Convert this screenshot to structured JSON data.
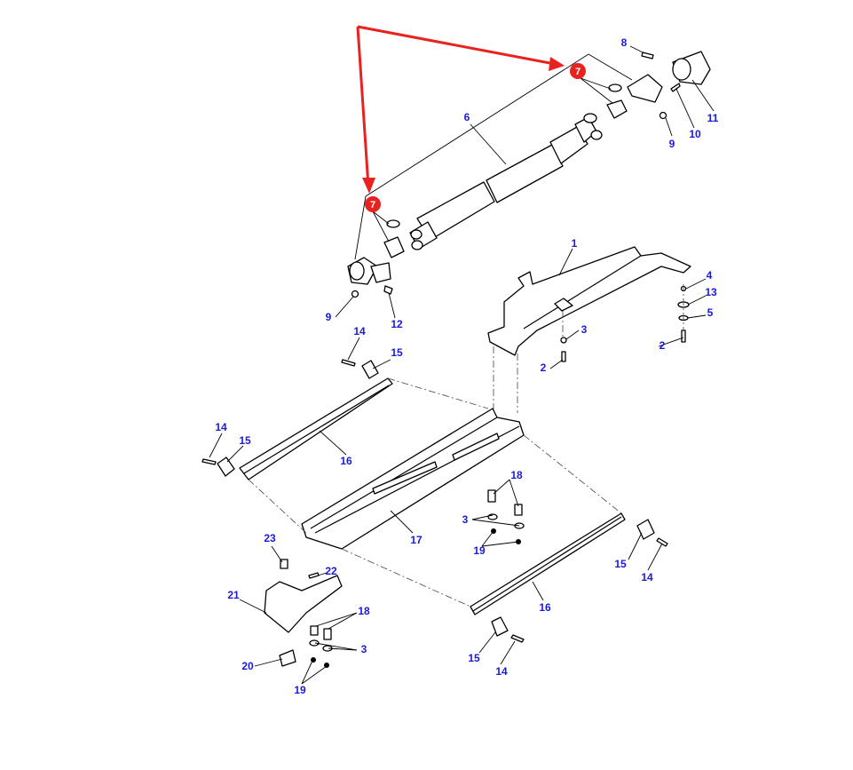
{
  "diagram": {
    "callouts": {
      "c8": "8",
      "c11": "11",
      "c10": "10",
      "c9a": "9",
      "c6": "6",
      "c1": "1",
      "c4": "4",
      "c13": "13",
      "c5": "5",
      "c3a": "3",
      "c2a": "2",
      "c2b": "2",
      "c9b": "9",
      "c12": "12",
      "c14a": "14",
      "c15a": "15",
      "c14b": "14",
      "c15b": "15",
      "c16a": "16",
      "c18a": "18",
      "c3b": "3",
      "c19a": "19",
      "c17": "17",
      "c23": "23",
      "c22": "22",
      "c15c": "15",
      "c14c": "14",
      "c16b": "16",
      "c21": "21",
      "c18b": "18",
      "c3c": "3",
      "c20": "20",
      "c19b": "19",
      "c15d": "15",
      "c14d": "14"
    },
    "highlight": {
      "label_top": "7",
      "label_left": "7",
      "color": "#e8231f"
    },
    "label_color": "#1a1adb"
  }
}
